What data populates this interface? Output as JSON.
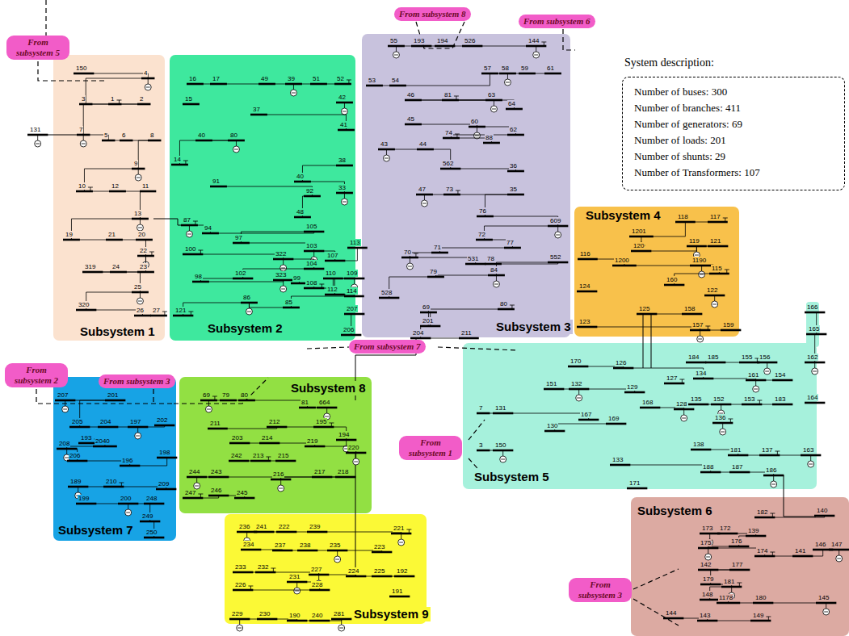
{
  "diagram": {
    "nodes": [
      {
        "text": [
          "From subsystem 5"
        ]
      },
      {
        "text": [
          "Subsystem 1"
        ]
      },
      {
        "text": [
          "Subsystem 2"
        ]
      },
      {
        "text": [
          "From subsystem 8"
        ]
      },
      {
        "text": [
          "Subsystem 3"
        ]
      },
      {
        "text": [
          "From subsystem 6"
        ]
      },
      {
        "text": [
          "System description:",
          "Number of buses: 300",
          "Number of branches: 411",
          "Number of generators: 69",
          "Number of loads: 201",
          "Number of shunts: 29",
          "Number of Transformers: 107"
        ]
      },
      {
        "text": [
          "Subsystem 4"
        ]
      },
      {
        "text": [
          "From subsystem 7"
        ]
      },
      {
        "text": [
          "Subsystem 5"
        ]
      },
      {
        "text": [
          "From subsystem 1"
        ]
      },
      {
        "text": [
          "Subsystem 6"
        ]
      },
      {
        "text": [
          "From subsystem 3"
        ]
      },
      {
        "text": [
          "From subsystem 2"
        ]
      },
      {
        "text": [
          "From subsystem 3"
        ]
      },
      {
        "text": [
          "Subsystem 7"
        ]
      },
      {
        "text": [
          "Subsystem 8"
        ]
      },
      {
        "text": [
          "Subsystem 9"
        ]
      }
    ],
    "labels": [
      "150",
      "4",
      "3",
      "1",
      "2",
      "7",
      "5",
      "6",
      "8",
      "9",
      "10",
      "12",
      "11",
      "13",
      "19",
      "21",
      "20",
      "22",
      "23",
      "24",
      "319",
      "25",
      "320",
      "26",
      "27",
      "131",
      "16",
      "17",
      "49",
      "39",
      "51",
      "52",
      "15",
      "42",
      "37",
      "41",
      "40",
      "80",
      "14",
      "38",
      "40",
      "33",
      "91",
      "92",
      "48",
      "87",
      "94",
      "105",
      "97",
      "103",
      "107",
      "113",
      "100",
      "322",
      "104",
      "102",
      "98",
      "323",
      "99",
      "108",
      "110",
      "109",
      "112",
      "114",
      "85",
      "86",
      "121",
      "207",
      "206",
      "55",
      "193",
      "194",
      "526",
      "144",
      "53",
      "54",
      "57",
      "58",
      "59",
      "61",
      "81",
      "63",
      "46",
      "64",
      "45",
      "60",
      "62",
      "74",
      "88",
      "43",
      "44",
      "562",
      "36",
      "47",
      "73",
      "35",
      "76",
      "609",
      "72",
      "77",
      "71",
      "70",
      "531",
      "78",
      "552",
      "84",
      "79",
      "528",
      "80",
      "69",
      "201",
      "204",
      "211",
      "1201",
      "118",
      "117",
      "120",
      "119",
      "121",
      "116",
      "1200",
      "1190",
      "115",
      "160",
      "124",
      "122",
      "125",
      "158",
      "123",
      "157",
      "159",
      "166",
      "165",
      "162",
      "184",
      "185",
      "155",
      "156",
      "170",
      "126",
      "134",
      "161",
      "154",
      "127",
      "151",
      "132",
      "129",
      "164",
      "135",
      "152",
      "153",
      "183",
      "168",
      "128",
      "7",
      "131",
      "167",
      "136",
      "169",
      "130",
      "3",
      "150",
      "138",
      "181",
      "137",
      "163",
      "133",
      "188",
      "187",
      "186",
      "171",
      "182",
      "140",
      "173",
      "172",
      "139",
      "176",
      "175",
      "174",
      "141",
      "146",
      "147",
      "142",
      "177",
      "179",
      "181",
      "148",
      "1178",
      "180",
      "145",
      "144",
      "143",
      "149",
      "207",
      "201",
      "205",
      "204",
      "197",
      "202",
      "193",
      "2040",
      "208",
      "206",
      "196",
      "198",
      "189",
      "210",
      "209",
      "199",
      "200",
      "248",
      "249",
      "250",
      "69",
      "79",
      "80",
      "81",
      "664",
      "211",
      "212",
      "195",
      "194",
      "203",
      "214",
      "219",
      "220",
      "242",
      "213",
      "215",
      "244",
      "243",
      "217",
      "218",
      "216",
      "247",
      "246",
      "245",
      "236",
      "241",
      "222",
      "239",
      "221",
      "234",
      "237",
      "238",
      "235",
      "223",
      "233",
      "232",
      "227",
      "224",
      "225",
      "192",
      "231",
      "228",
      "226",
      "191",
      "229",
      "230",
      "190",
      "240",
      "281"
    ]
  }
}
